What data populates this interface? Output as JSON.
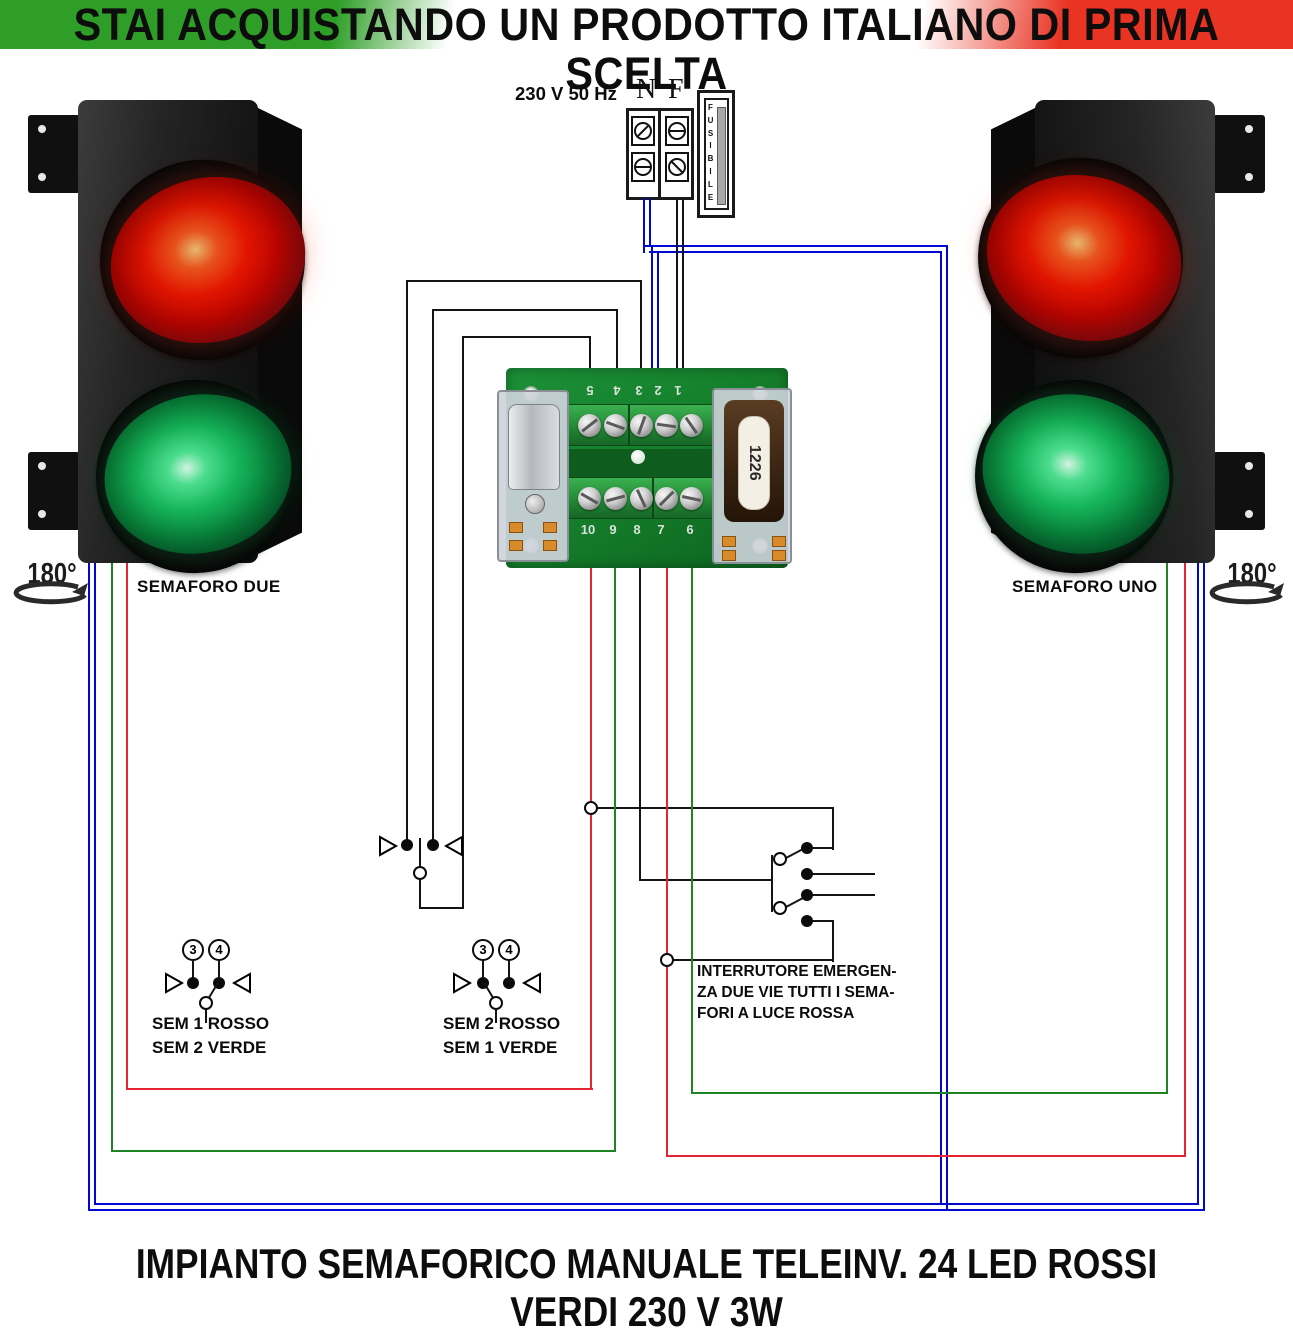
{
  "banner": {
    "text": "STAI ACQUISTANDO UN PRODOTTO ITALIANO DI PRIMA SCELTA"
  },
  "power": {
    "label": "230 V 50 Hz",
    "neutral": "N",
    "phase": "F",
    "fuse_letters": [
      "F",
      "U",
      "S",
      "I",
      "B",
      "I",
      "L",
      "E"
    ]
  },
  "board": {
    "top_terminals": [
      "5",
      "4",
      "3",
      "2",
      "1"
    ],
    "bottom_terminals": [
      "10",
      "9",
      "8",
      "7",
      "6"
    ],
    "relay_label": "1226"
  },
  "traffic_lights": {
    "left": {
      "label": "SEMAFORO DUE",
      "rotation": "180°"
    },
    "right": {
      "label": "SEMAFORO UNO",
      "rotation": "180°"
    }
  },
  "switches": {
    "switch_a": {
      "terminal_left": "3",
      "terminal_right": "4",
      "line1": "SEM 1 ROSSO",
      "line2": "SEM 2 VERDE"
    },
    "switch_b": {
      "terminal_left": "3",
      "terminal_right": "4",
      "line1": "SEM 2 ROSSO",
      "line2": "SEM 1 VERDE"
    }
  },
  "emergency": {
    "line1": "INTERRUTORE EMERGEN-",
    "line2": "ZA DUE VIE TUTTI I  SEMA-",
    "line3": "FORI A LUCE ROSSA"
  },
  "footer": {
    "text": "IMPIANTO SEMAFORICO MANUALE TELEINV. 24 LED ROSSI VERDI 230 V 3W"
  },
  "colors": {
    "wire_neutral_blue": "#0008d0",
    "wire_red": "#e62433",
    "wire_green": "#1e8424",
    "wire_black": "#141414",
    "flag_green": "#2f9e28",
    "flag_red": "#e93323",
    "pcb_green": "#15802c"
  }
}
